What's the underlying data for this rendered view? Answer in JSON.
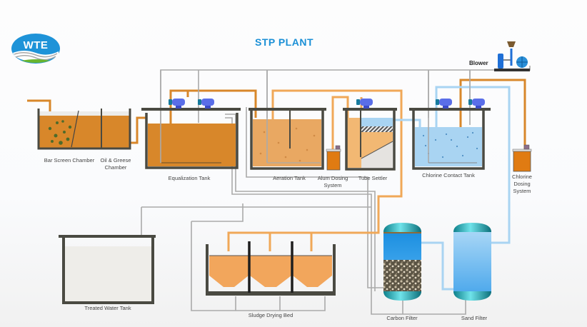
{
  "header": {
    "logo_text": "WTE",
    "title": "STP PLANT"
  },
  "equipment": {
    "blower": "Blower",
    "bar_screen": "Bar Screen Chamber",
    "oil_grease": [
      "Oil & Greese",
      "Chamber"
    ],
    "equalization": "Equalization Tank",
    "aeration": "Aeration Tank",
    "alum_dosing": [
      "Alum Dosing",
      "System"
    ],
    "tube_settler": "Tube Settler",
    "chlorine_contact": "Chlorine Contact Tank",
    "chlorine_dosing": [
      "Chlorine",
      "Dosing",
      "System"
    ],
    "treated_water": "Treated Water Tank",
    "sludge_drying": "Sludge Drying Bed",
    "carbon_filter": "Carbon Filter",
    "sand_filter": "Sand Filter"
  },
  "colors": {
    "brand_blue": "#1a8fd6",
    "sewage_orange": "#d8872a",
    "aeration_orange": "#e9a862",
    "clean_water_blue": "#a9d4f2",
    "pipe_grey": "#a8a8a8",
    "tank_wall": "#4a4a42",
    "pump_blue": "#5a6ee8"
  }
}
